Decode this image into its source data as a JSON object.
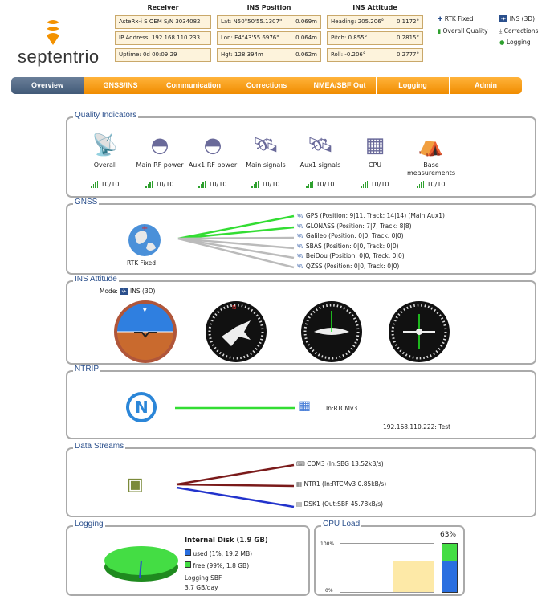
{
  "brand": {
    "name": "septentrio"
  },
  "header": {
    "receiver": {
      "title": "Receiver",
      "model": "AsteRx-i S OEM S/N 3034082",
      "ip": "IP Address: 192.168.110.233",
      "uptime": "Uptime: 0d 00:09:29"
    },
    "ins_position": {
      "title": "INS Position",
      "lat": "Lat:  N50°50'55.1307\"",
      "lat_err": "0.069m",
      "lon": "Lon:  E4°43'55.6976\"",
      "lon_err": "0.064m",
      "hgt": "Hgt:   128.394m",
      "hgt_err": "0.062m"
    },
    "ins_attitude": {
      "title": "INS Attitude",
      "heading": "Heading:  205.206°",
      "heading_err": "0.1172°",
      "pitch": "Pitch:      0.855°",
      "pitch_err": "0.2815°",
      "roll": "Roll:      -0.206°",
      "roll_err": "0.2777°"
    },
    "legend": {
      "rtk": "RTK Fixed",
      "ins": "INS (3D)",
      "quality": "Overall Quality",
      "corrections": "Corrections",
      "logging": "Logging"
    }
  },
  "nav": {
    "tabs": [
      "Overview",
      "GNSS/INS",
      "Communication",
      "Corrections",
      "NMEA/SBF Out",
      "Logging",
      "Admin"
    ],
    "active": "Overview"
  },
  "quality": {
    "title": "Quality Indicators",
    "items": [
      {
        "label": "Overall",
        "score": "10/10"
      },
      {
        "label": "Main RF power",
        "score": "10/10"
      },
      {
        "label": "Aux1 RF power",
        "score": "10/10"
      },
      {
        "label": "Main signals",
        "score": "10/10"
      },
      {
        "label": "Aux1 signals",
        "score": "10/10"
      },
      {
        "label": "CPU",
        "score": "10/10"
      },
      {
        "label": "Base measurements",
        "score": "10/10"
      }
    ]
  },
  "gnss": {
    "title": "GNSS",
    "status": "RTK Fixed",
    "constellations": [
      "GPS (Position: 9|11, Track: 14|14) (Main|Aux1)",
      "GLONASS (Position: 7|7, Track: 8|8)",
      "Galileo (Position: 0|0, Track: 0|0)",
      "SBAS (Position: 0|0, Track: 0|0)",
      "BeiDou (Position: 0|0, Track: 0|0)",
      "QZSS (Position: 0|0, Track: 0|0)"
    ]
  },
  "ins": {
    "title": "INS Attitude",
    "mode_label": "Mode:",
    "mode": "INS (3D)"
  },
  "ntrip": {
    "title": "NTRIP",
    "stream": "In:RTCMv3",
    "caster": "192.168.110.222: Test"
  },
  "streams": {
    "title": "Data Streams",
    "items": [
      "COM3 (In:SBG 13.52kB/s)",
      "NTR1 (In:RTCMv3 0.85kB/s)",
      "DSK1 (Out:SBF 45.78kB/s)"
    ]
  },
  "logging": {
    "title": "Logging",
    "disk": "Internal Disk (1.9 GB)",
    "used": "used (1%, 19.2 MB)",
    "free": "free (99%, 1.8 GB)",
    "log_type": "Logging SBF",
    "rate": "3.7 GB/day",
    "used_fraction": 0.01
  },
  "cpu": {
    "title": "CPU Load",
    "percent": "63%",
    "axis_max": "100%",
    "axis_min": "0%",
    "value": 63
  },
  "colors": {
    "accent": "#f39200",
    "active_tab": "#4f6583",
    "good": "#2ea02e",
    "panel_title": "#2a4f8c",
    "stream_line": "#7a1a1a"
  }
}
